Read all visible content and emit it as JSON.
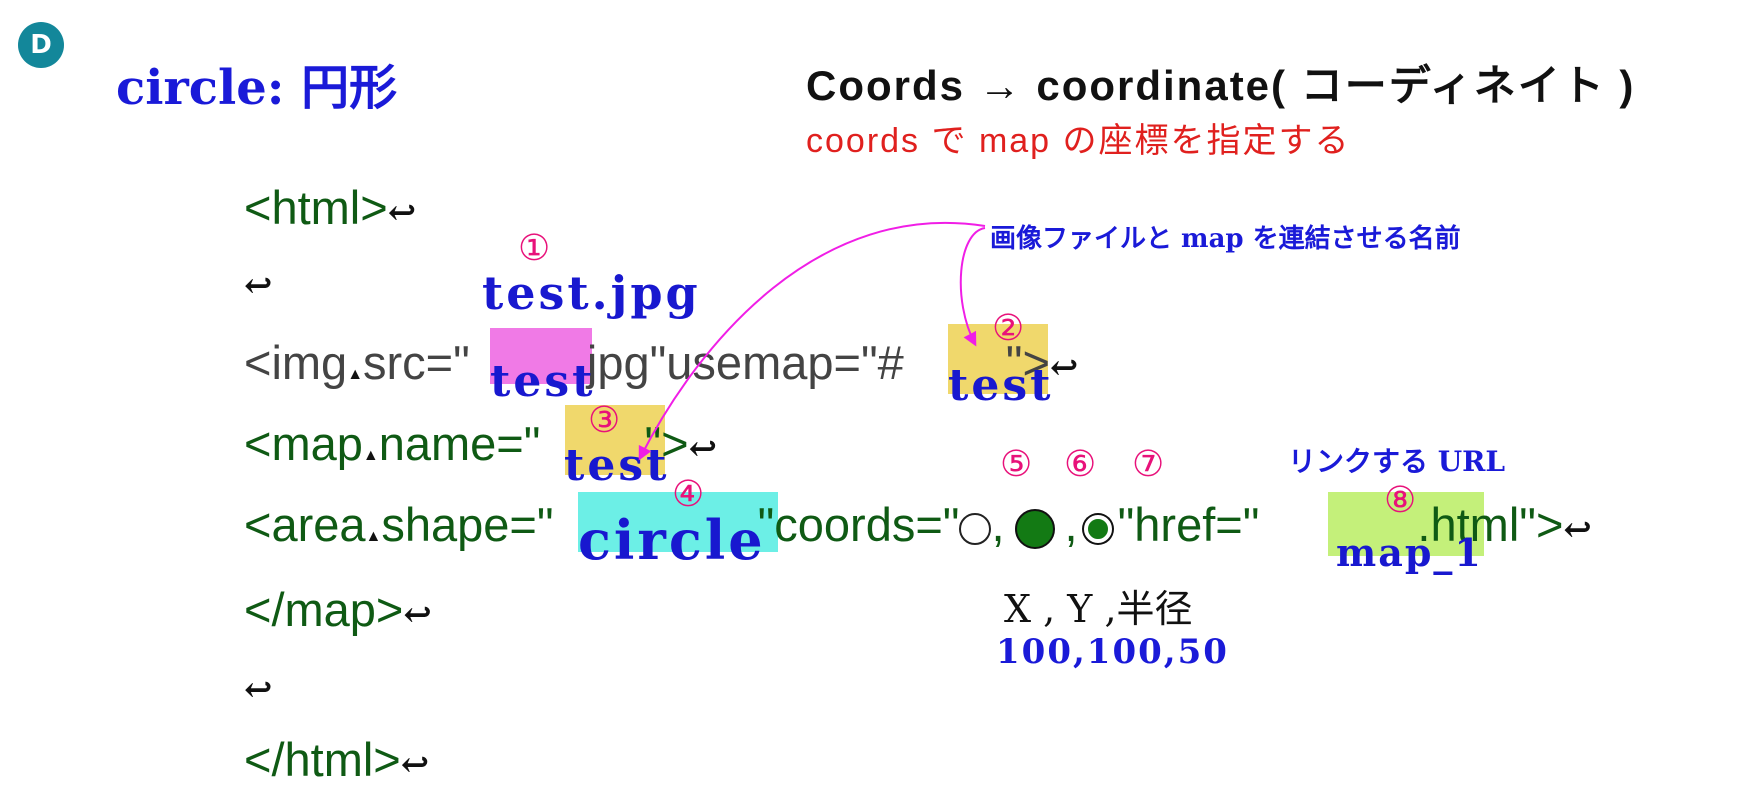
{
  "badge": "D",
  "title": "circle: 円形",
  "coords_title": "Coords → coordinate( コーディネイト )",
  "coords_subtitle": "coords で map の座標を指定する",
  "code": {
    "line_html_open": "<html>",
    "line_img_prefix": "<img",
    "line_img_src": "src=\"",
    "line_img_mid": ".jpg\"usemap=\"#",
    "line_img_end": "\">",
    "line_map_prefix": "<map",
    "line_map_name": "name=\"",
    "line_map_end": "\">",
    "line_area_prefix": "<area",
    "line_area_shape": "shape=\"",
    "line_area_coords": "\"coords=\"",
    "comma1": ",",
    "comma2": ",",
    "line_area_href": "\"href=\"",
    "line_area_end": ".html\">",
    "line_map_close": "</map>",
    "line_html_close": "</html>",
    "return_mark": "↩",
    "space_mark": "▲"
  },
  "labels": {
    "test_jpg": "test.jpg",
    "test1": "test",
    "test2": "test",
    "test3": "test",
    "circle": "circle",
    "map_1": "map_1",
    "num1": "①",
    "num2": "②",
    "num3": "③",
    "num4": "④",
    "num5": "⑤",
    "num6": "⑥",
    "num7": "⑦",
    "num8": "⑧",
    "link_note": "画像ファイルと map を連結させる名前",
    "url_note": "リンクする URL",
    "xyr": "X , Y ,半径",
    "example": "100,100,50"
  },
  "colors": {
    "pink_highlight": "#f07ae6",
    "yellow_highlight": "#f0d86c",
    "cyan_highlight": "#6cefe6",
    "green_highlight": "#c4f07a",
    "arrow": "#f01ee6"
  }
}
